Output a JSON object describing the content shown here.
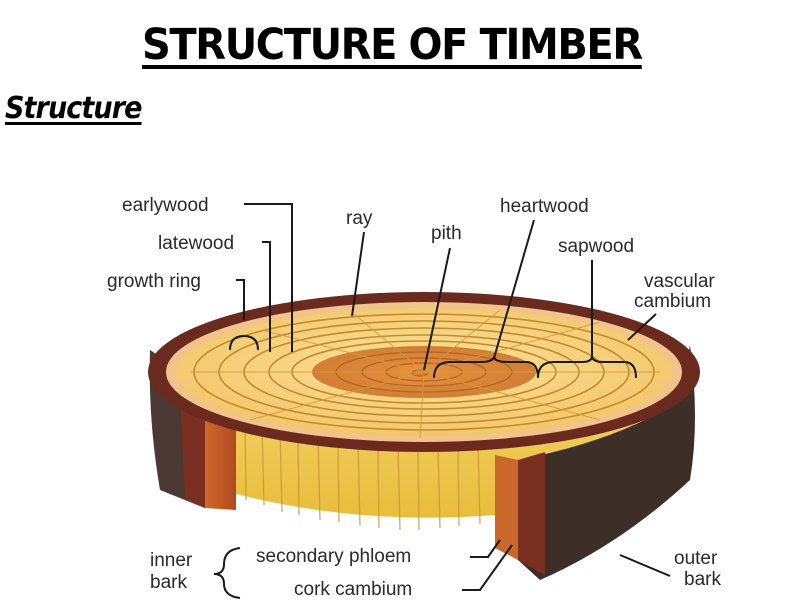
{
  "slide": {
    "title": "STRUCTURE OF TIMBER",
    "subtitle": "Structure"
  },
  "diagram": {
    "subject": "cross-section of a tree trunk",
    "labels": {
      "earlywood": "earlywood",
      "latewood": "latewood",
      "growth_ring": "growth ring",
      "ray": "ray",
      "pith": "pith",
      "heartwood": "heartwood",
      "sapwood": "sapwood",
      "vascular_cambium_line1": "vascular",
      "vascular_cambium_line2": "cambium",
      "inner_bark_line1": "inner",
      "inner_bark_line2": "bark",
      "secondary_phloem": "secondary phloem",
      "cork_cambium": "cork cambium",
      "outer_bark_line1": "outer",
      "outer_bark_line2": "bark"
    },
    "colors": {
      "sapwood": "#f7d27a",
      "heartwood": "#d98a3a",
      "side_wood": "#f3cf5a",
      "bark": "#6b2a1e",
      "bark_dark": "#3a2a22",
      "ring_line": "#c58a2a"
    }
  }
}
